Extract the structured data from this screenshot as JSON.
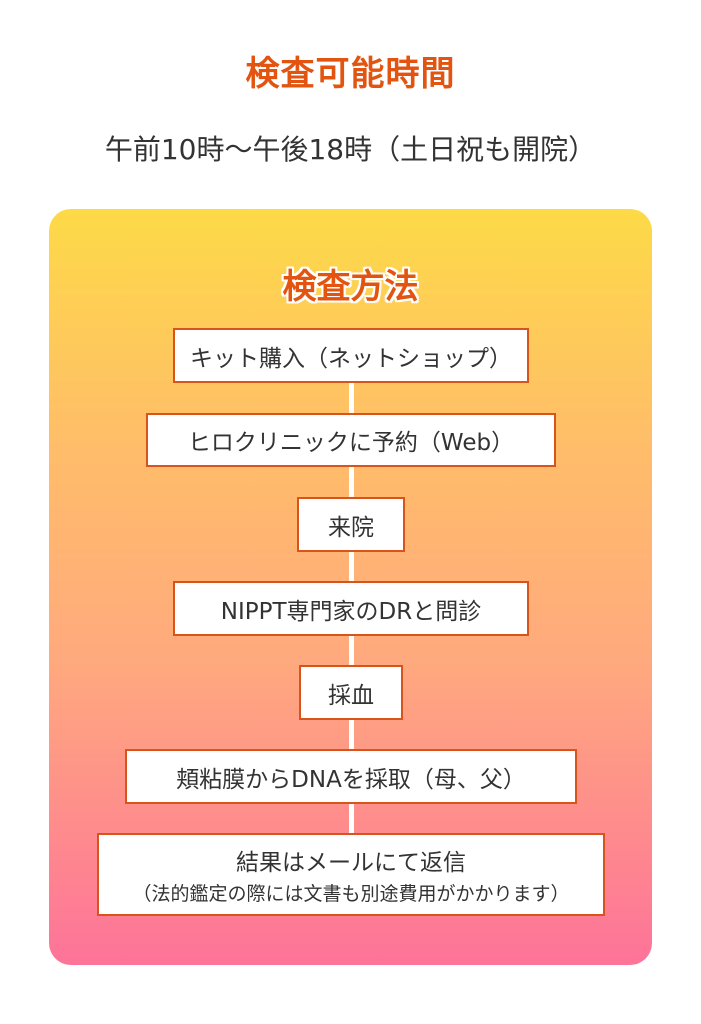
{
  "header": {
    "title": "検査可能時間",
    "hours": "午前10時〜午後18時（土日祝も開院）"
  },
  "method": {
    "title": "検査方法",
    "steps": [
      {
        "label": "キット購入（ネットショップ）"
      },
      {
        "label": "ヒロクリニックに予約（Web）"
      },
      {
        "label": "来院"
      },
      {
        "label": "NIPPT専門家のDRと問診"
      },
      {
        "label": "採血"
      },
      {
        "label": "頬粘膜からDNAを採取（母、父）"
      },
      {
        "label": "結果はメールにて返信",
        "note": "（法的鑑定の際には文書も別途費用がかかります）"
      }
    ]
  },
  "colors": {
    "accent": "#E2540F",
    "gradient_top": "#FDDA47",
    "gradient_bottom": "#FD7399"
  }
}
